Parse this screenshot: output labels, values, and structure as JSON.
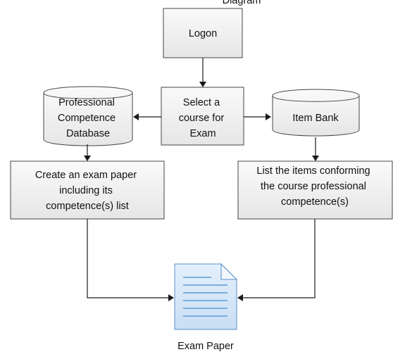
{
  "header_fragment": "Diagram",
  "nodes": {
    "logon": "Logon",
    "select_course": [
      "Select a",
      "course for",
      "Exam"
    ],
    "competence_db": [
      "Professional",
      "Competence",
      "Database"
    ],
    "item_bank": "Item Bank",
    "create_exam": [
      "Create an exam paper",
      "including its",
      "competence(s) list"
    ],
    "list_items": [
      "List the items conforming",
      "the course professional",
      "competence(s)"
    ],
    "exam_paper": "Exam Paper"
  },
  "colors": {
    "box_fill_top": "#f9f9f9",
    "box_fill_bottom": "#e8e8e8",
    "box_stroke": "#444444",
    "doc_fill": "#d7e9fb",
    "doc_stroke": "#5a8fc8",
    "doc_lines": "#5b9bd5",
    "arrow": "#1a1a1a"
  }
}
